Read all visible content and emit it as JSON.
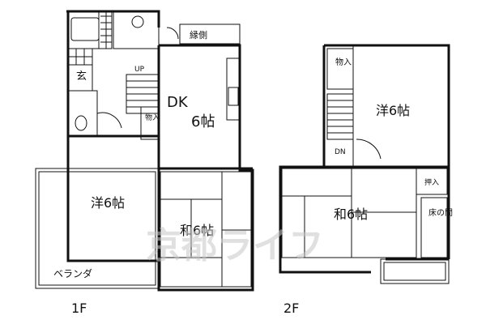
{
  "floor1": {
    "caption": "1F",
    "rooms": {
      "dk_name": "DK",
      "dk_size": "6帖",
      "west_room": "洋6帖",
      "japanese_room": "和6帖"
    },
    "labels": {
      "entrance": "玄",
      "up": "UP",
      "storage": "物入",
      "veranda_edge": "縁側",
      "veranda": "ベランダ"
    }
  },
  "floor2": {
    "caption": "2F",
    "rooms": {
      "west_room": "洋6帖",
      "japanese_room": "和6帖"
    },
    "labels": {
      "storage": "物入",
      "closet": "押入",
      "tokonoma": "床の間",
      "down": "DN"
    }
  },
  "watermark": "京都ライフ"
}
